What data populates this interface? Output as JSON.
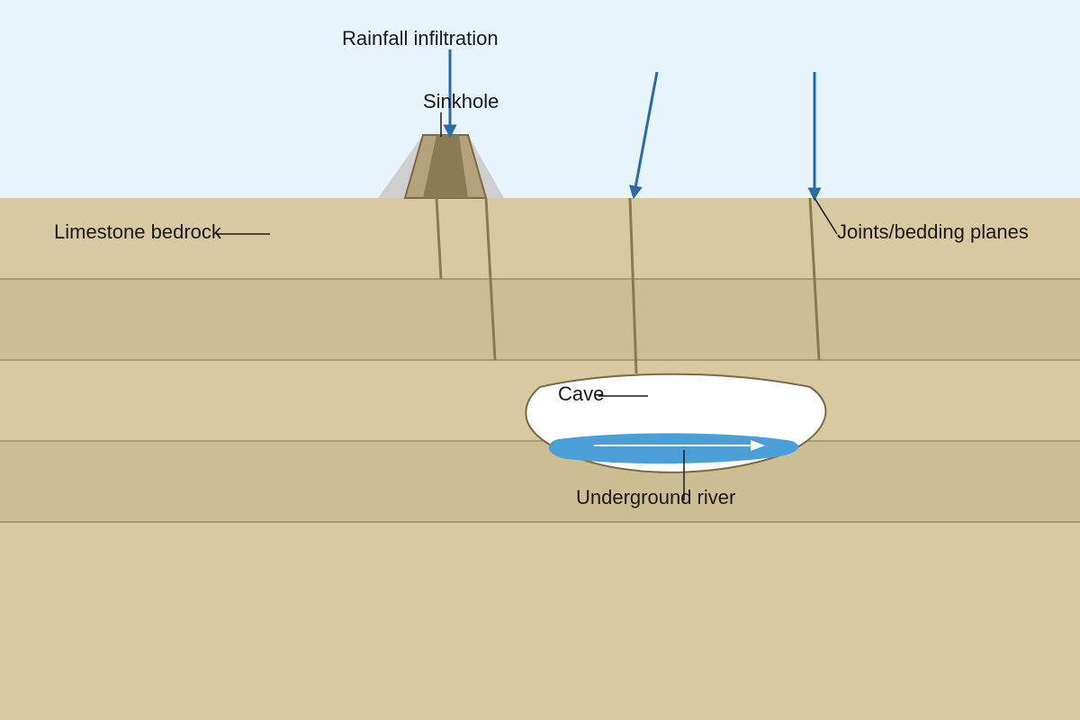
{
  "labels": {
    "rainfall": "Rainfall infiltration",
    "sinkhole": "Sinkhole",
    "limestone": "Limestone bedrock",
    "joints": "Joints/bedding planes",
    "cave": "Cave",
    "river": "Underground river"
  },
  "colors": {
    "sky": "#e8f4fc",
    "rock_light": "#d8c9a1",
    "rock_band": "#cdbd93",
    "bedding_line": "#a89a76",
    "fracture": "#8c7a4f",
    "sinkhole_outer": "#b5a27c",
    "sinkhole_inner": "#8b7a52",
    "sinkhole_shadow": "#cfcfcf",
    "rain_arrow": "#2b6aa6",
    "water": "#4a9fd8",
    "cave_fill": "#ffffff",
    "cave_outline": "#7a6a45",
    "text": "#1a1a1a"
  }
}
